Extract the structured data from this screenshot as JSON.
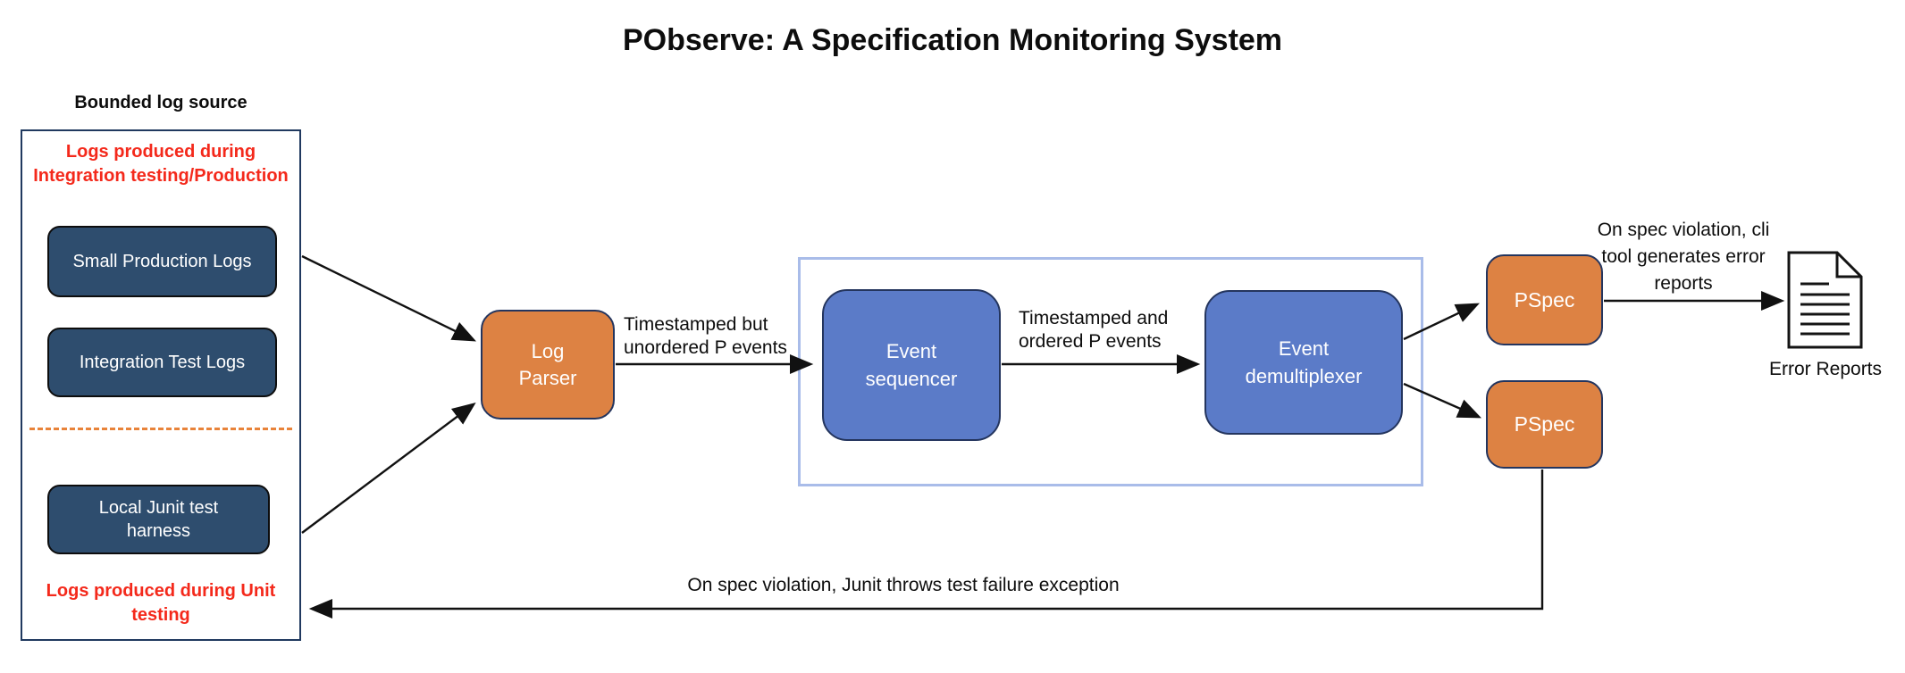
{
  "title": "PObserve: A Specification Monitoring System",
  "palette": {
    "node_orange": "#dd8243",
    "node_blue": "#5b7bc8",
    "node_navy": "#2e4d6e",
    "node_border": "#24355e",
    "container_border": "#a9bce9",
    "note_red": "#f4291b",
    "divider_dash_orange": "#e8833a",
    "line_black": "#111111"
  },
  "log_source": {
    "heading": "Bounded log source",
    "top_note": {
      "line1": "Logs produced during",
      "line2": "Integration testing/Production"
    },
    "production_box": "Small Production Logs",
    "integration_box": "Integration Test Logs",
    "junit_box": {
      "line1": "Local Junit test",
      "line2": "harness"
    },
    "bottom_note": {
      "line1": "Logs produced during Unit",
      "line2": "testing"
    }
  },
  "nodes": {
    "log_parser": {
      "line1": "Log",
      "line2": "Parser"
    },
    "event_sequencer": {
      "line1": "Event",
      "line2": "sequencer"
    },
    "event_demultiplexer": {
      "line1": "Event",
      "line2": "demultiplexer"
    },
    "pspec_top": "PSpec",
    "pspec_bottom": "PSpec"
  },
  "edge_labels": {
    "parser_to_sequencer": {
      "line1": "Timestamped but",
      "line2": "unordered P events"
    },
    "sequencer_to_demultiplexer": {
      "line1": "Timestamped and",
      "line2": "ordered P events"
    },
    "pspec_to_error_reports": {
      "line1": "On spec violation, cli",
      "line2": "tool generates error",
      "line3": "reports"
    },
    "junit_feedback": "On spec violation, Junit throws test failure exception"
  },
  "outputs": {
    "error_reports_caption": "Error Reports",
    "icon": "document-icon"
  }
}
